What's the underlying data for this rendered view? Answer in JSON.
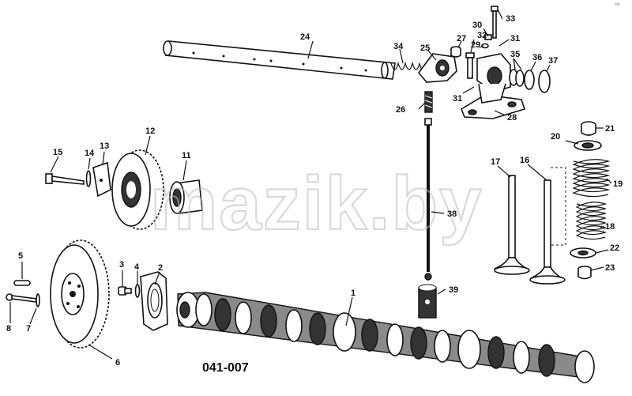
{
  "corner_tag": "sm",
  "watermark": "mazik.by",
  "drawing_code": "041-007",
  "callouts": [
    {
      "id": "1",
      "text": "1"
    },
    {
      "id": "2",
      "text": "2"
    },
    {
      "id": "3",
      "text": "3"
    },
    {
      "id": "4",
      "text": "4"
    },
    {
      "id": "5",
      "text": "5"
    },
    {
      "id": "6",
      "text": "6"
    },
    {
      "id": "7",
      "text": "7"
    },
    {
      "id": "8",
      "text": "8"
    },
    {
      "id": "11",
      "text": "11"
    },
    {
      "id": "12",
      "text": "12"
    },
    {
      "id": "13",
      "text": "13"
    },
    {
      "id": "14",
      "text": "14"
    },
    {
      "id": "15",
      "text": "15"
    },
    {
      "id": "16",
      "text": "16"
    },
    {
      "id": "17",
      "text": "17"
    },
    {
      "id": "18",
      "text": "18"
    },
    {
      "id": "19",
      "text": "19"
    },
    {
      "id": "20",
      "text": "20"
    },
    {
      "id": "21",
      "text": "21"
    },
    {
      "id": "22",
      "text": "22"
    },
    {
      "id": "23",
      "text": "23"
    },
    {
      "id": "24",
      "text": "24"
    },
    {
      "id": "25",
      "text": "25"
    },
    {
      "id": "26",
      "text": "26"
    },
    {
      "id": "27",
      "text": "27"
    },
    {
      "id": "28",
      "text": "28"
    },
    {
      "id": "29",
      "text": "29"
    },
    {
      "id": "30",
      "text": "30"
    },
    {
      "id": "31a",
      "text": "31"
    },
    {
      "id": "31b",
      "text": "31"
    },
    {
      "id": "32",
      "text": "32"
    },
    {
      "id": "33",
      "text": "33"
    },
    {
      "id": "34",
      "text": "34"
    },
    {
      "id": "35",
      "text": "35"
    },
    {
      "id": "36",
      "text": "36"
    },
    {
      "id": "37",
      "text": "37"
    },
    {
      "id": "38",
      "text": "38"
    },
    {
      "id": "39",
      "text": "39"
    }
  ]
}
